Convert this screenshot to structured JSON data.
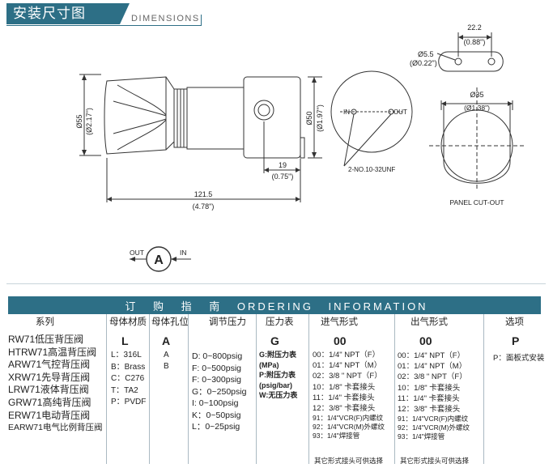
{
  "header": {
    "title": "安装尺寸图",
    "subtitle": "DIMENSIONS"
  },
  "drawing": {
    "dim_height": "Ø55",
    "dim_height_in": "(Ø2.17\")",
    "dim_body": "Ø50",
    "dim_body_in": "(Ø1.97\")",
    "dim_port_offset": "19",
    "dim_port_offset_in": "(0.75\")",
    "dim_length": "121.5",
    "dim_length_in": "(4.78\")",
    "port_in": "IN",
    "port_out": "OUT",
    "thread_note": "2-NO.10-32UNF",
    "dim_hole_spacing": "22.2",
    "dim_hole_spacing_in": "(0.88\")",
    "dim_hole": "Ø5.5",
    "dim_hole_in": "(Ø0.22\")",
    "dim_cutout": "Ø35",
    "dim_cutout_in": "(Ø1.38\")",
    "panel_label": "PANEL CUT-OUT",
    "symbol_letter": "A",
    "symbol_out": "OUT",
    "symbol_in": "IN"
  },
  "ordering": {
    "title": "订 购 指 南        ORDERING   INFORMATION",
    "headers": {
      "series": "系列",
      "material": "母体材质",
      "holes": "母体孔位",
      "pressure": "调节压力",
      "gauge": "压力表",
      "inlet": "进气形式",
      "outlet": "出气形式",
      "option": "选项"
    },
    "codes": {
      "material": "L",
      "holes": "A",
      "gauge": "G",
      "inlet": "00",
      "outlet": "00",
      "option": "P"
    },
    "series": [
      "RW71低压背压阀",
      "HTRW71高温背压阀",
      "ARW71气控背压阀",
      "XRW71先导背压阀",
      "LRW71液体背压阀",
      "GRW71高纯背压阀",
      "ERW71电动背压阀",
      "EARW71电气比例背压阀"
    ],
    "materials": [
      "L：316L",
      "B：Brass",
      "C：C276",
      "T：TA2",
      "P：PVDF"
    ],
    "holes": [
      "A",
      "B"
    ],
    "pressures": [
      "D: 0~800psig",
      "F: 0~500psig",
      "F: 0~300psig",
      "G：0~250psig",
      "I:  0~100psig",
      "K：0~50psig",
      "L：0~25psig"
    ],
    "gauges": [
      "G:附压力表",
      "(MPa)",
      "P:附压力表",
      "(psig/bar)",
      "W:无压力表"
    ],
    "inlets": [
      "00：1/4\" NPT（F）",
      "01：1/4\" NPT（M）",
      "02：3/8 \" NPT（F）",
      "10：1/8\" 卡套接头",
      "11：1/4\" 卡套接头",
      "12：3/8\" 卡套接头"
    ],
    "inlets_small": [
      "91：1/4\"VCR(F)内螺纹",
      "92：1/4\"VCR(M)外螺纹",
      "93：1/4\"焊接管"
    ],
    "outlets": [
      "00：1/4\" NPT（F）",
      "01：1/4\" NPT（M）",
      "02：3/8 \" NPT（F）",
      "10：1/8\" 卡套接头",
      "11：1/4\" 卡套接头",
      "12：3/8\" 卡套接头"
    ],
    "outlets_small": [
      "91：1/4\"VCR(F)内螺纹",
      "92：1/4\"VCR(M)外螺纹",
      "93：1/4\"焊接管"
    ],
    "options": [
      "P：面板式安装"
    ],
    "note_inlet": "其它形式接头可供选择",
    "note_outlet": "其它形式接头可供选择"
  }
}
